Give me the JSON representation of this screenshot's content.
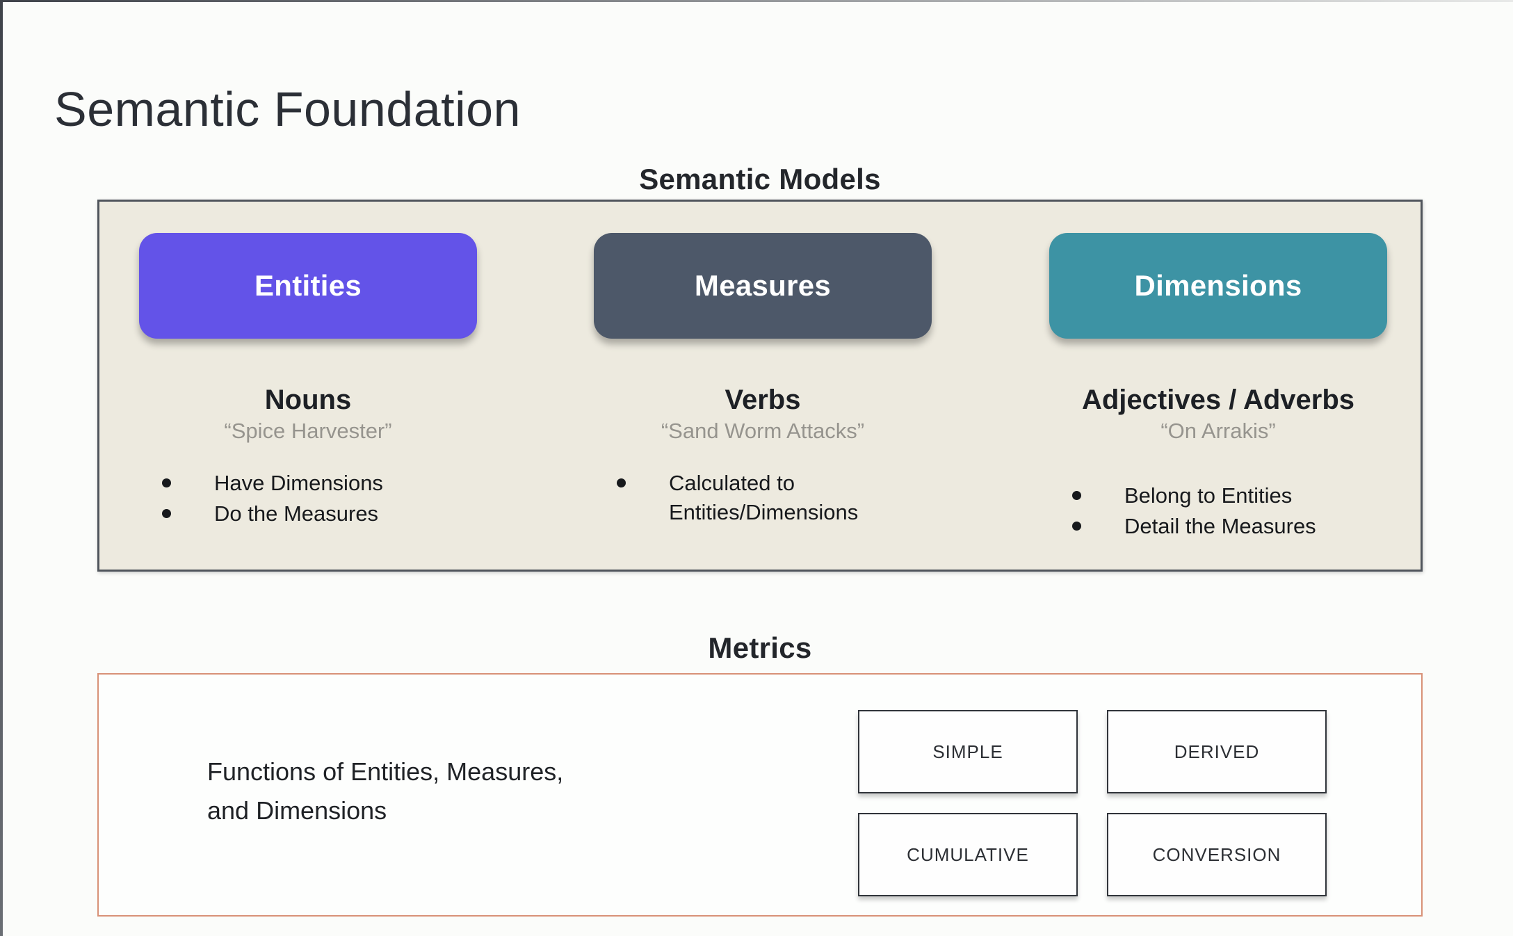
{
  "slide": {
    "title": "Semantic Foundation"
  },
  "semantic_models": {
    "heading": "Semantic Models",
    "panel_bg": "#edeadf",
    "columns": [
      {
        "button": "Entities",
        "button_color": "#6353e8",
        "word_type": "Nouns",
        "example": "“Spice Harvester”",
        "bullets": [
          "Have Dimensions",
          "Do the Measures"
        ]
      },
      {
        "button": "Measures",
        "button_color": "#4d5869",
        "word_type": "Verbs",
        "example": "“Sand Worm Attacks”",
        "bullets": [
          "Calculated to Entities/Dimensions"
        ]
      },
      {
        "button": "Dimensions",
        "button_color": "#3d93a4",
        "word_type": "Adjectives / Adverbs",
        "example": "“On Arrakis”",
        "bullets": [
          "Belong to Entities",
          "Detail the Measures"
        ]
      }
    ]
  },
  "metrics": {
    "heading": "Metrics",
    "description": "Functions of Entities, Measures,\nand Dimensions",
    "border_color": "#d89177",
    "types": [
      "SIMPLE",
      "DERIVED",
      "CUMULATIVE",
      "CONVERSION"
    ]
  }
}
